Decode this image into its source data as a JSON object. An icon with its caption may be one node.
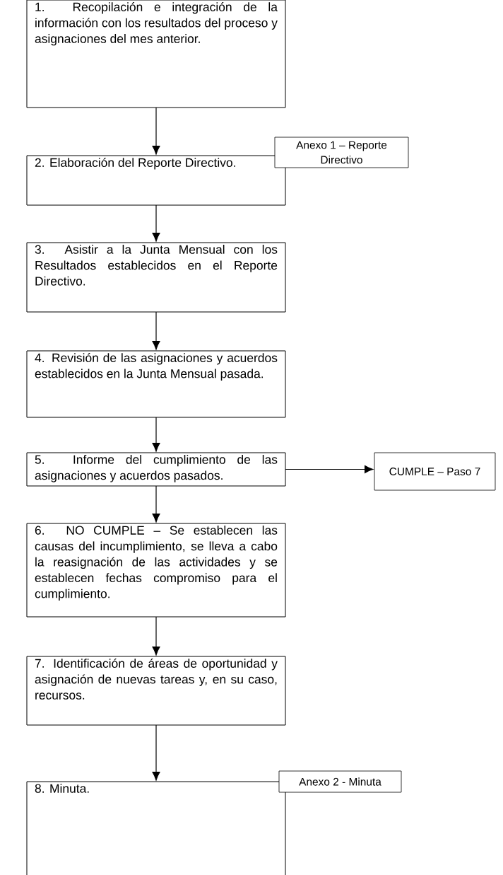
{
  "diagram": {
    "nodes": [
      {
        "text": [
          "1. Recopilación e integración de la información con los resultados del proceso y asignaciones del mes anterior."
        ]
      },
      {
        "text": [
          "Anexo 1 – Reporte Directivo"
        ]
      },
      {
        "text": [
          "2. Elaboración del Reporte Directivo."
        ]
      },
      {
        "text": [
          "3. Asistir a la Junta Mensual con los Resultados establecidos en el Reporte Directivo."
        ]
      },
      {
        "text": [
          "4. Revisión de las asignaciones y acuerdos establecidos en la Junta Mensual pasada."
        ]
      },
      {
        "text": [
          "5. Informe del cumplimiento de las asignaciones y acuerdos pasados."
        ]
      },
      {
        "text": [
          "CUMPLE – Paso 7"
        ]
      },
      {
        "text": [
          "6. NO CUMPLE – Se establecen las causas del incumplimiento, se lleva a cabo la reasignación de las actividades y se establecen fechas compromiso para el cumplimiento."
        ]
      },
      {
        "text": [
          "7. Identificación de áreas de oportunidad y asignación de nuevas tareas y, en su caso, recursos."
        ]
      },
      {
        "text": [
          "Anexo 2 - Minuta"
        ]
      },
      {
        "text": [
          "8. Minuta."
        ]
      }
    ],
    "edges": [
      {
        "from": 0,
        "to": 2,
        "arrow": "to"
      },
      {
        "from": 2,
        "to": 3,
        "arrow": "to"
      },
      {
        "from": 3,
        "to": 4,
        "arrow": "to"
      },
      {
        "from": 4,
        "to": 5,
        "arrow": "to"
      },
      {
        "from": 5,
        "to": 6,
        "arrow": "to"
      },
      {
        "from": 5,
        "to": 7,
        "arrow": "to"
      },
      {
        "from": 7,
        "to": 8,
        "arrow": "to"
      },
      {
        "from": 8,
        "to": 10,
        "arrow": "to"
      }
    ]
  }
}
